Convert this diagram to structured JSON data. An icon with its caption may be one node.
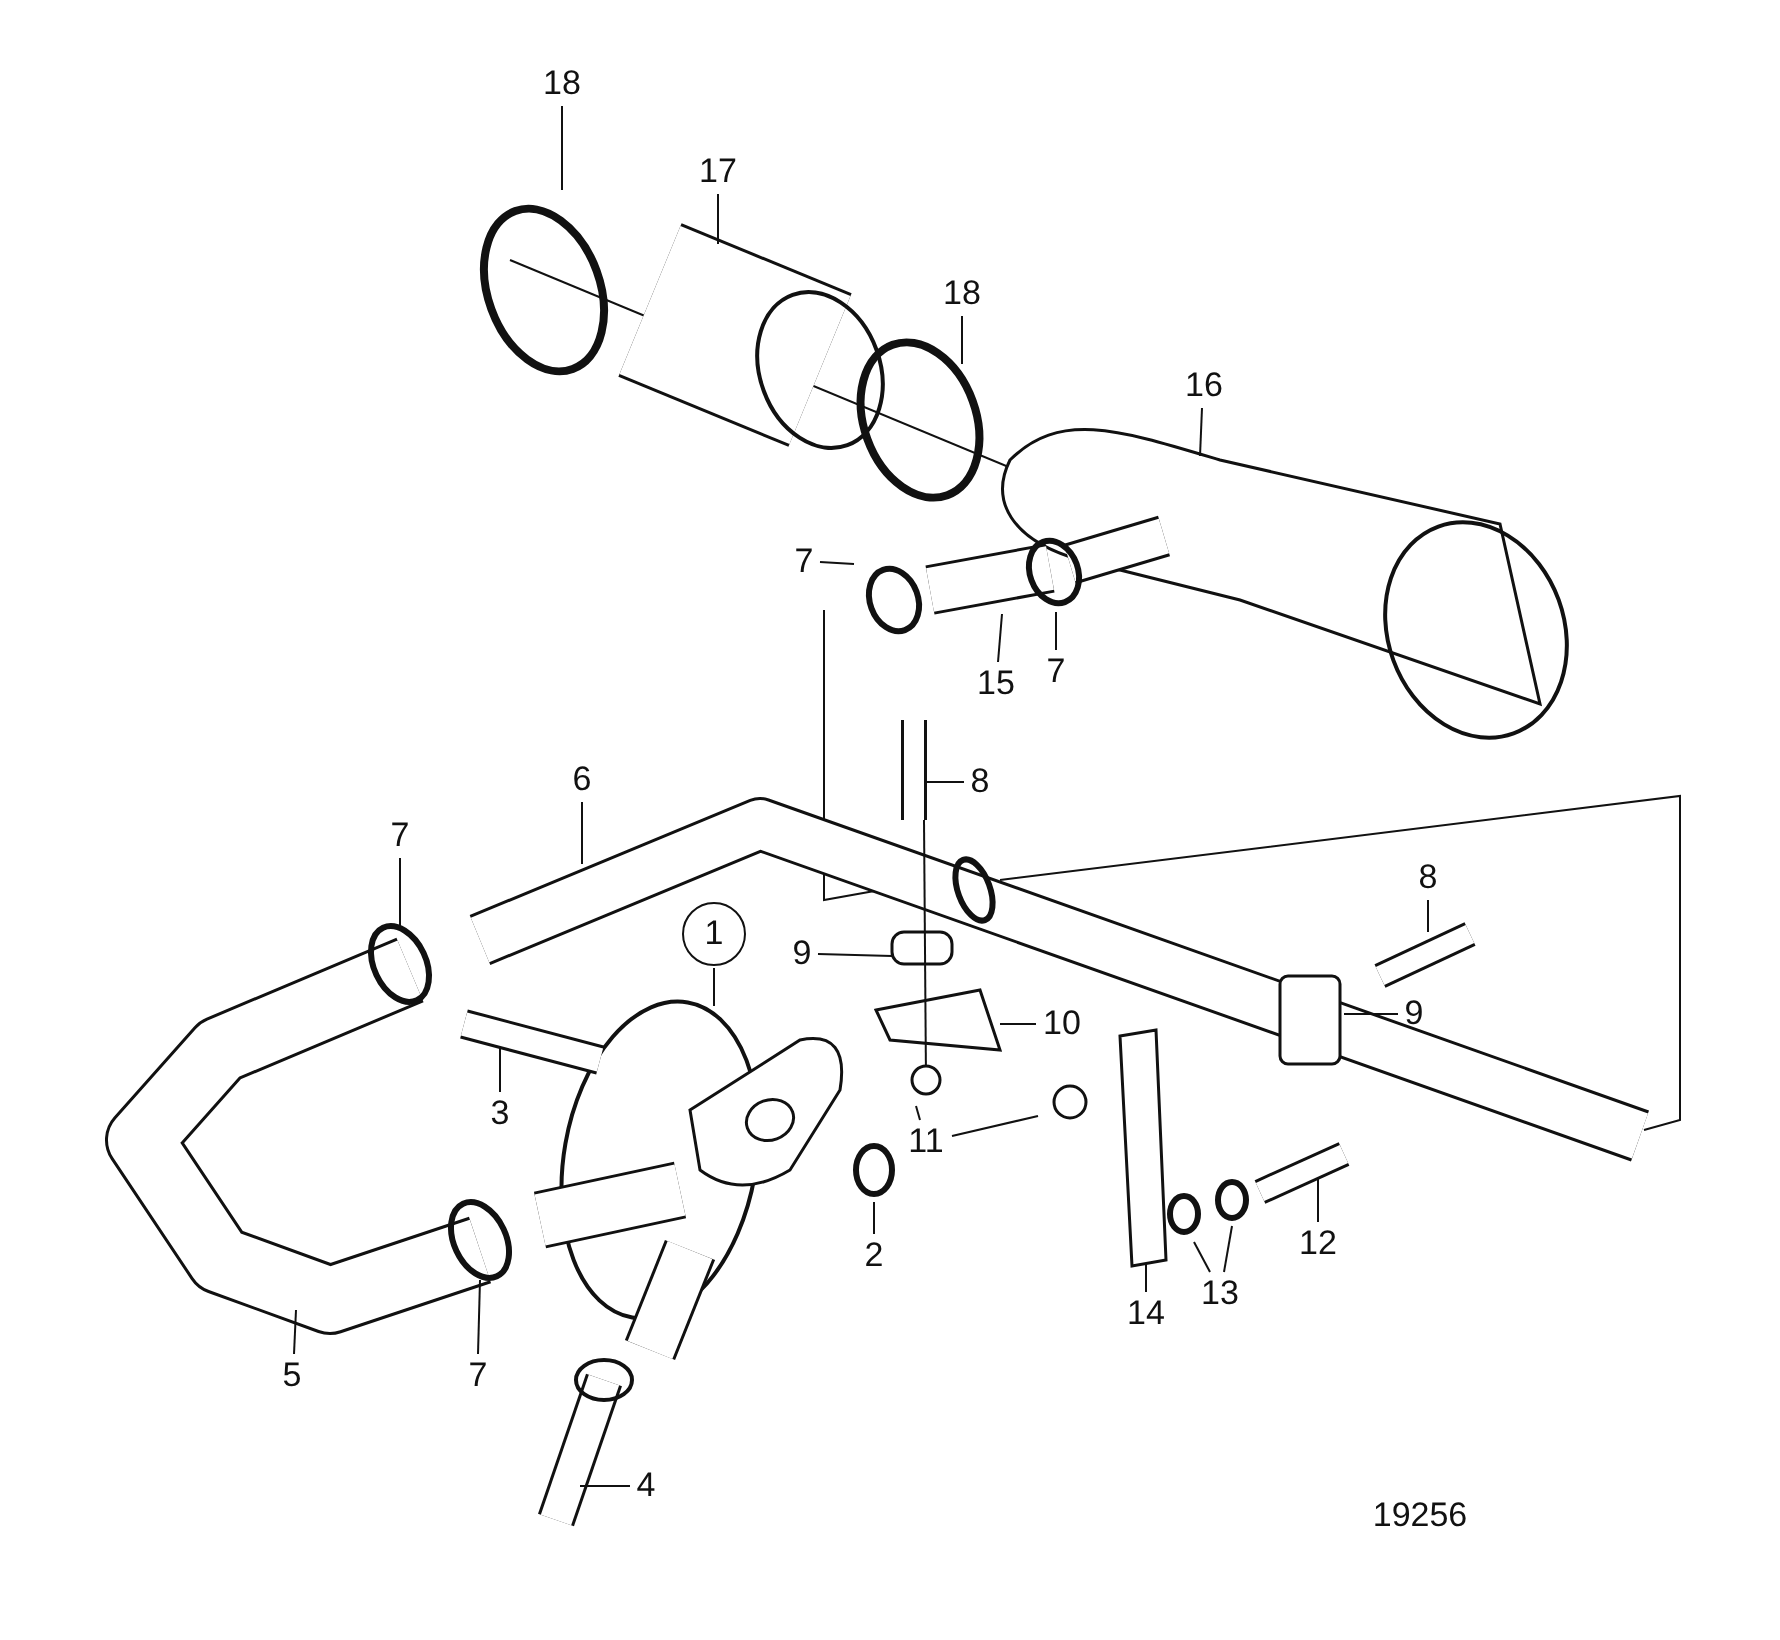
{
  "diagram": {
    "nodes": [
      {
        "text": [
          "18"
        ]
      },
      {
        "text": [
          "17"
        ]
      },
      {
        "text": [
          "18"
        ]
      },
      {
        "text": [
          "16"
        ]
      },
      {
        "text": [
          "7"
        ]
      },
      {
        "text": [
          "15"
        ]
      },
      {
        "text": [
          "7"
        ]
      },
      {
        "text": [
          "8"
        ]
      },
      {
        "text": [
          "6"
        ]
      },
      {
        "text": [
          "7"
        ]
      },
      {
        "text": [
          "9"
        ]
      },
      {
        "text": [
          "1"
        ]
      },
      {
        "text": [
          "10"
        ]
      },
      {
        "text": [
          "8"
        ]
      },
      {
        "text": [
          "9"
        ]
      },
      {
        "text": [
          "3"
        ]
      },
      {
        "text": [
          "11"
        ]
      },
      {
        "text": [
          "2"
        ]
      },
      {
        "text": [
          "12"
        ]
      },
      {
        "text": [
          "13"
        ]
      },
      {
        "text": [
          "14"
        ]
      },
      {
        "text": [
          "5"
        ]
      },
      {
        "text": [
          "7"
        ]
      },
      {
        "text": [
          "4"
        ]
      }
    ],
    "edges": [
      {
        "from": 0,
        "to": null,
        "arrow": "none"
      },
      {
        "from": 1,
        "to": null,
        "arrow": "none"
      },
      {
        "from": 2,
        "to": null,
        "arrow": "none"
      },
      {
        "from": 3,
        "to": null,
        "arrow": "none"
      },
      {
        "from": 4,
        "to": null,
        "arrow": "none"
      },
      {
        "from": 5,
        "to": null,
        "arrow": "none"
      },
      {
        "from": 6,
        "to": null,
        "arrow": "none"
      },
      {
        "from": 7,
        "to": null,
        "arrow": "none"
      },
      {
        "from": 8,
        "to": null,
        "arrow": "none"
      },
      {
        "from": 9,
        "to": null,
        "arrow": "none"
      },
      {
        "from": 10,
        "to": null,
        "arrow": "none"
      },
      {
        "from": 11,
        "to": null,
        "arrow": "none"
      },
      {
        "from": 12,
        "to": null,
        "arrow": "none"
      },
      {
        "from": 13,
        "to": null,
        "arrow": "none"
      },
      {
        "from": 14,
        "to": null,
        "arrow": "none"
      },
      {
        "from": 15,
        "to": null,
        "arrow": "none"
      },
      {
        "from": 16,
        "to": null,
        "arrow": "none"
      },
      {
        "from": 16,
        "to": null,
        "arrow": "none"
      },
      {
        "from": 17,
        "to": null,
        "arrow": "none"
      },
      {
        "from": 18,
        "to": null,
        "arrow": "none"
      },
      {
        "from": 19,
        "to": null,
        "arrow": "none"
      },
      {
        "from": 19,
        "to": null,
        "arrow": "none"
      },
      {
        "from": 20,
        "to": null,
        "arrow": "none"
      },
      {
        "from": 21,
        "to": null,
        "arrow": "none"
      },
      {
        "from": 22,
        "to": null,
        "arrow": "none"
      },
      {
        "from": 23,
        "to": null,
        "arrow": "none"
      }
    ],
    "labels": [
      "19256"
    ]
  }
}
